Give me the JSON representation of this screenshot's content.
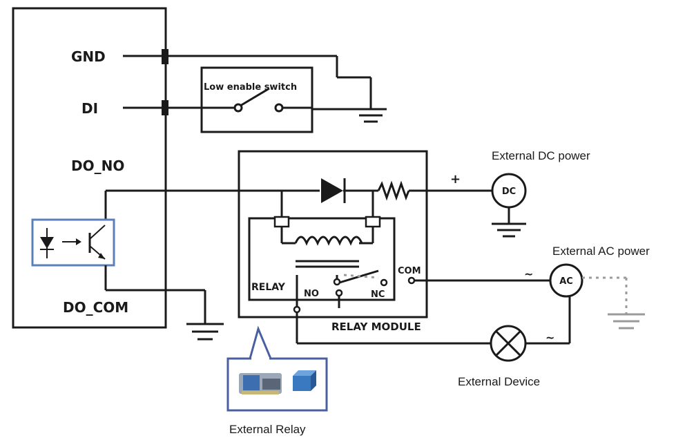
{
  "labels": {
    "gnd": "GND",
    "di": "DI",
    "do_no": "DO_NO",
    "do_com": "DO_COM",
    "low_enable_switch": "Low enable switch",
    "external_dc_power": "External DC power",
    "dc": "DC",
    "plus": "+",
    "external_ac_power": "External AC power",
    "ac": "AC",
    "tilde_top": "~",
    "tilde_bottom": "~",
    "com": "COM",
    "relay": "RELAY",
    "no": "NO",
    "nc": "NC",
    "relay_module": "RELAY MODULE",
    "external_device": "External Device",
    "external_relay": "External Relay"
  },
  "colors": {
    "wire": "#1a1a1a",
    "optocoupler_border": "#5b7fb8",
    "callout_border": "#4a5fa0",
    "ac_ground": "#999999"
  }
}
